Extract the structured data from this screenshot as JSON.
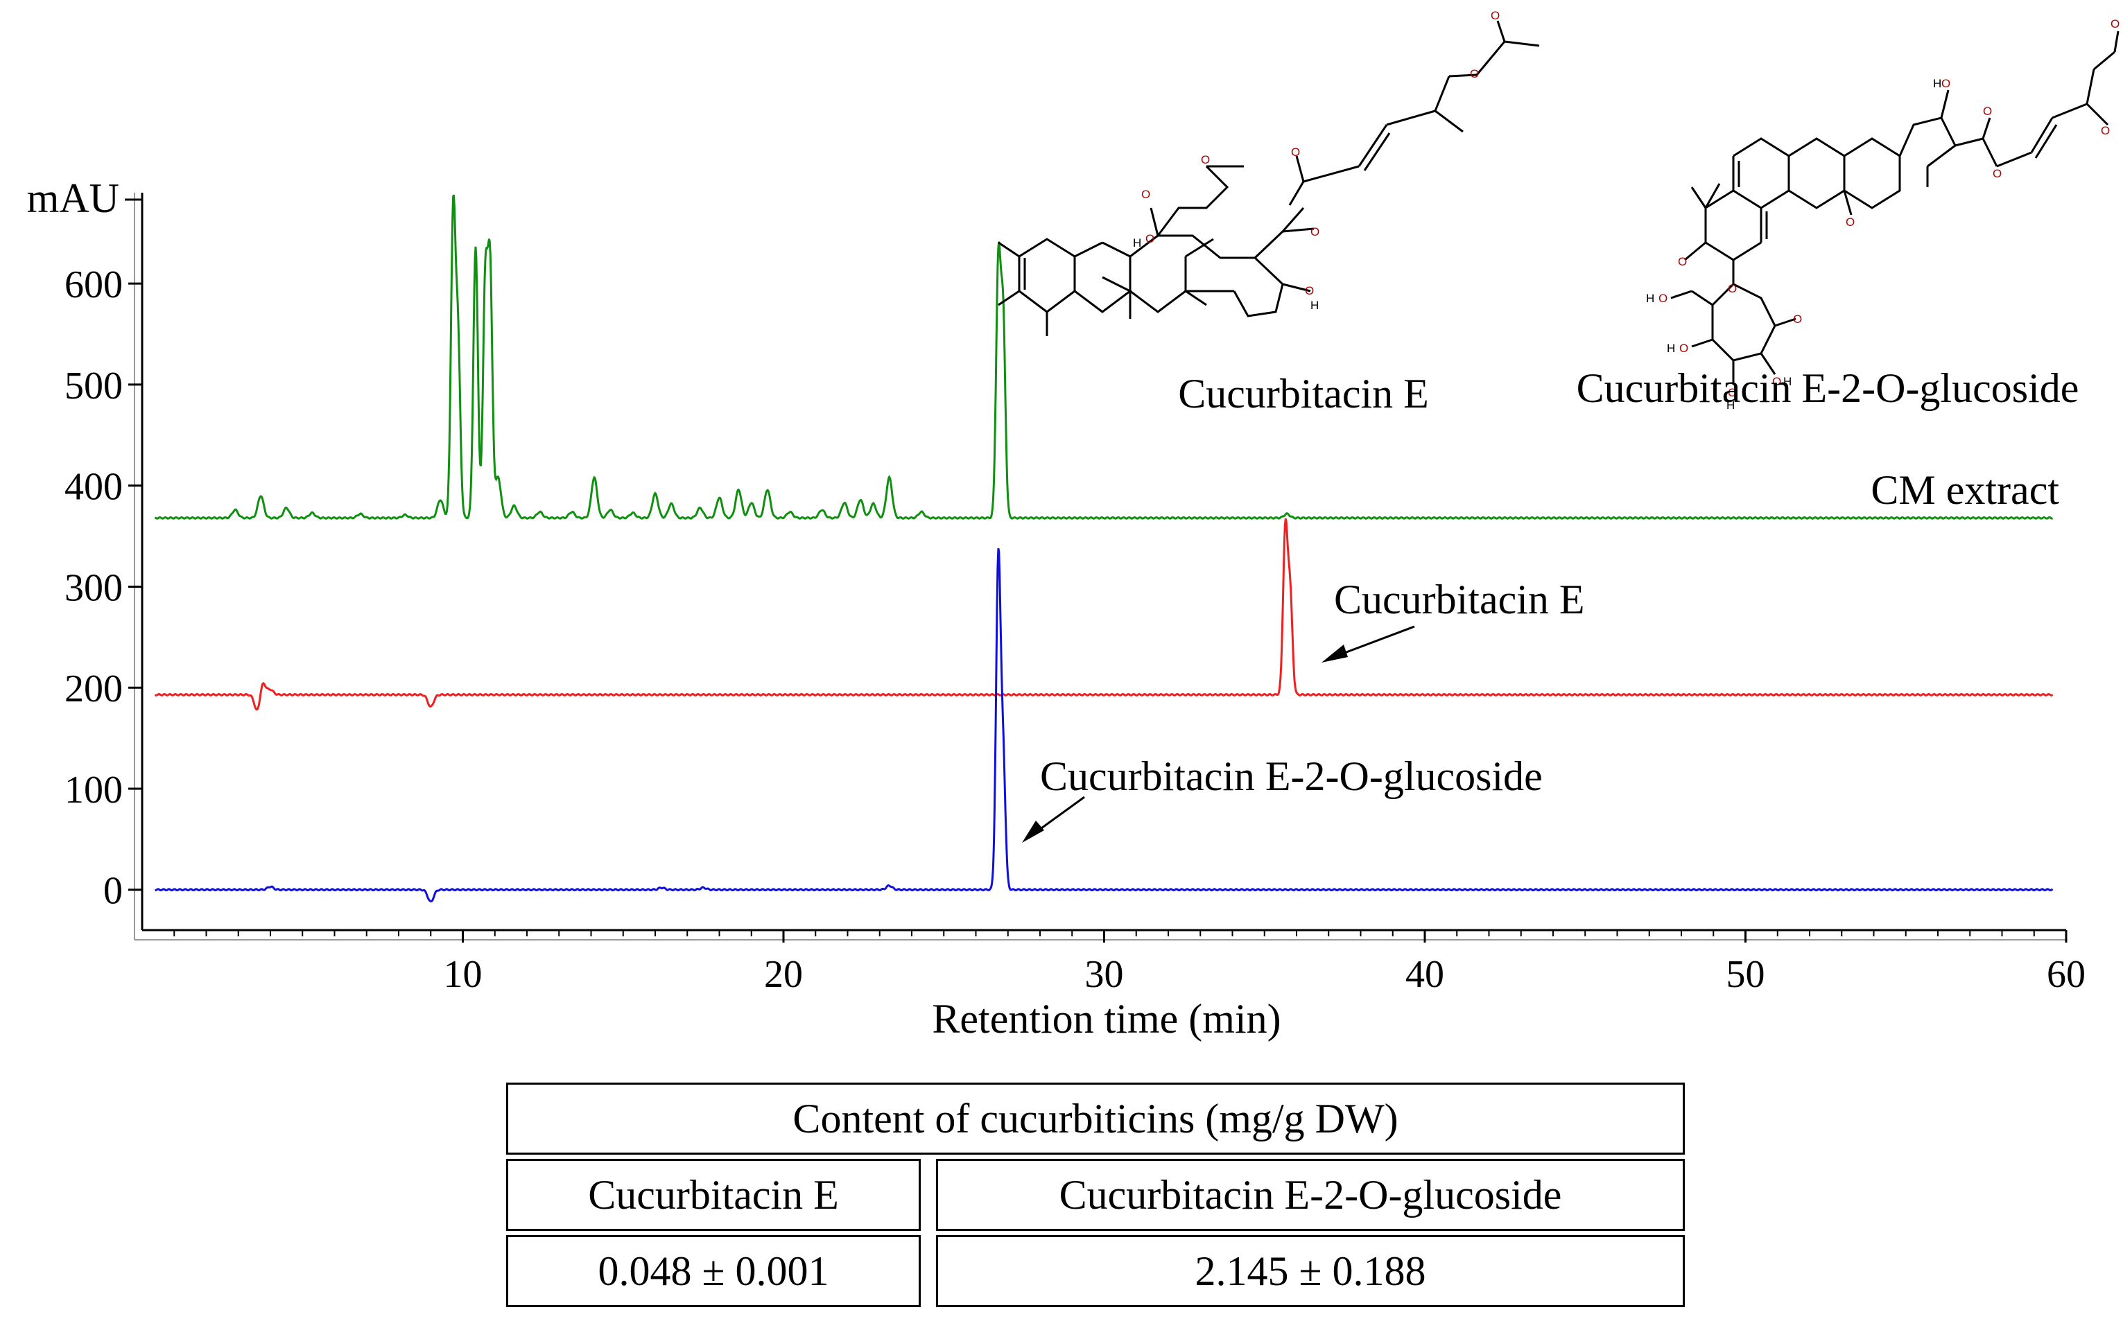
{
  "chart_data": {
    "type": "line",
    "title": "",
    "xlabel": "Retention time (min)",
    "ylabel": "mAU",
    "xlim": [
      0,
      60
    ],
    "ylim": [
      -40,
      690
    ],
    "xticks": [
      10,
      20,
      30,
      40,
      50,
      60
    ],
    "yticks": [
      0,
      100,
      200,
      300,
      400,
      500,
      600
    ],
    "grid": false,
    "series": [
      {
        "name": "CM extract",
        "color": "#109010",
        "baseline": 368,
        "peaks": [
          [
            2.9,
            8
          ],
          [
            3.7,
            22
          ],
          [
            4.5,
            10
          ],
          [
            5.3,
            5
          ],
          [
            6.8,
            4
          ],
          [
            8.2,
            3
          ],
          [
            9.3,
            18
          ],
          [
            9.7,
            300
          ],
          [
            9.85,
            175
          ],
          [
            10.4,
            268
          ],
          [
            10.7,
            230
          ],
          [
            10.85,
            245
          ],
          [
            11.1,
            40
          ],
          [
            11.6,
            12
          ],
          [
            12.4,
            6
          ],
          [
            13.4,
            6
          ],
          [
            14.1,
            40
          ],
          [
            14.6,
            8
          ],
          [
            15.3,
            5
          ],
          [
            16.0,
            24
          ],
          [
            16.5,
            14
          ],
          [
            17.4,
            10
          ],
          [
            18.0,
            20
          ],
          [
            18.6,
            28
          ],
          [
            19.0,
            15
          ],
          [
            19.5,
            28
          ],
          [
            20.2,
            6
          ],
          [
            21.2,
            8
          ],
          [
            21.9,
            15
          ],
          [
            22.4,
            18
          ],
          [
            22.8,
            14
          ],
          [
            23.3,
            40
          ],
          [
            24.3,
            6
          ],
          [
            26.7,
            248
          ],
          [
            26.85,
            196
          ],
          [
            35.7,
            4
          ]
        ]
      },
      {
        "name": "",
        "color": "#ee2020",
        "baseline": 193,
        "peaks": [
          [
            3.6,
            -18
          ],
          [
            3.75,
            14
          ],
          [
            4.0,
            5
          ],
          [
            9.0,
            -12
          ],
          [
            35.65,
            162
          ],
          [
            35.8,
            100
          ]
        ]
      },
      {
        "name": "",
        "color": "#1010dd",
        "baseline": 0,
        "peaks": [
          [
            4.0,
            3
          ],
          [
            9.0,
            -12
          ],
          [
            16.2,
            2
          ],
          [
            17.5,
            2
          ],
          [
            23.3,
            4
          ],
          [
            26.7,
            325
          ],
          [
            26.85,
            130
          ]
        ]
      }
    ],
    "annotations": [
      {
        "text": "CM extract"
      },
      {
        "text": "Cucurbitacin E"
      },
      {
        "text": "Cucurbitacin E-2-O-glucoside"
      }
    ],
    "structure_labels": [
      "Cucurbitacin E",
      "Cucurbitacin E-2-O-glucoside"
    ]
  },
  "table": {
    "header": "Content of cucurbiticins  (mg/g DW)",
    "columns": [
      "Cucurbitacin E",
      "Cucurbitacin E-2-O-glucoside"
    ],
    "values": [
      "0.048 ± 0.001",
      "2.145 ± 0.188"
    ]
  }
}
